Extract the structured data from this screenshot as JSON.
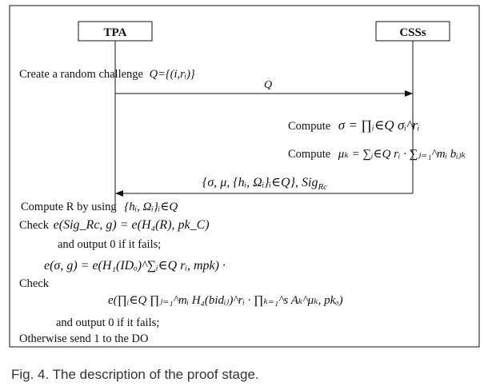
{
  "actors": {
    "left": "TPA",
    "right": "CSSs"
  },
  "messages": {
    "challenge_label": "Create a random challenge",
    "challenge_set": "Q={(i,rᵢ)}",
    "q_arrow_label": "Q",
    "response_tuple": "{σ, μ, {hᵢ, Ωᵢ}ᵢ∈Q}, Sig"
  },
  "css_steps": {
    "compute_word": "Compute",
    "sigma_formula": "σ = ∏ᵢ∈Q σᵢ^rᵢ",
    "mu_formula": "μₖ = ∑ᵢ∈Q rᵢ · ∑ⱼ₌₁^mᵢ bᵢⱼₖ"
  },
  "tpa_steps": {
    "compute_r": "Compute R by using",
    "compute_r_set": "{hᵢ, Ωᵢ}ᵢ∈Q",
    "check1_word": "Check",
    "check1_formula": "e(Sig_Rc, g) = e(H₄(R), pk_C)",
    "fail_line1": "and output 0 if it fails;",
    "pairing_formula": "e(σ, g) = e(H₁(IDₒ)^∑ᵢ∈Q rᵢ, mpk) ·",
    "check2_word": "Check",
    "product_formula": "e(∏ᵢ∈Q ∏ⱼ₌₁^mᵢ H₄(bidᵢⱼ)^rᵢ · ∏ₖ₌₁^s Aₖ^μₖ, pkₒ)",
    "fail_line2": "and output 0 if it fails;",
    "otherwise": "Otherwise send 1 to the DO"
  },
  "caption": "Fig. 4. The description of the proof stage."
}
